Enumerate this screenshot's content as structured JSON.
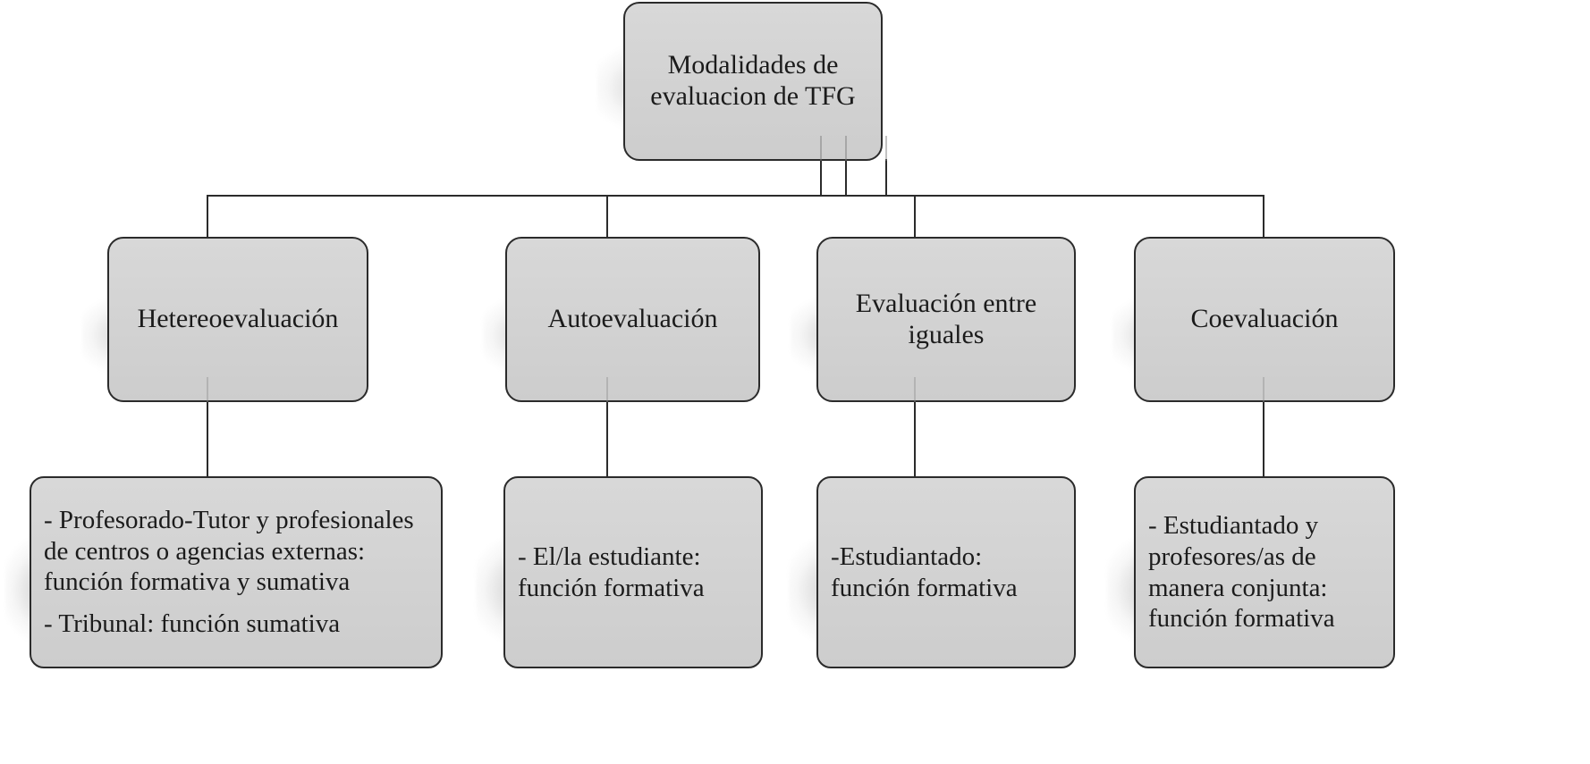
{
  "diagram": {
    "title_node": {
      "id": "root",
      "label": "Modalidades de evaluacion de TFG"
    },
    "level2": [
      {
        "id": "heteroevaluacion",
        "label": "Hetereoevaluación"
      },
      {
        "id": "autoevaluacion",
        "label": "Autoevaluación"
      },
      {
        "id": "evaluacion-entre-iguales",
        "label": "Evaluación entre iguales"
      },
      {
        "id": "coevaluacion",
        "label": "Coevaluación"
      }
    ],
    "level3": [
      {
        "id": "detalle-heteroevaluacion",
        "lines": [
          "-  Profesorado-Tutor y profesionales de centros o agencias externas: función formativa y sumativa",
          "- Tribunal: función sumativa"
        ]
      },
      {
        "id": "detalle-autoevaluacion",
        "lines": [
          "- El/la estudiante: función formativa"
        ]
      },
      {
        "id": "detalle-evaluacion-entre-iguales",
        "lines": [
          "-Estudiantado: función formativa"
        ]
      },
      {
        "id": "detalle-coevaluacion",
        "lines": [
          "- Estudiantado y profesores/as de manera conjunta: función formativa"
        ]
      }
    ],
    "colors": {
      "node_fill": "#d3d3d3",
      "node_border": "#2b2b2b",
      "connector": "#2b2b2b",
      "text": "#1b1b1b",
      "background": "#ffffff"
    }
  }
}
